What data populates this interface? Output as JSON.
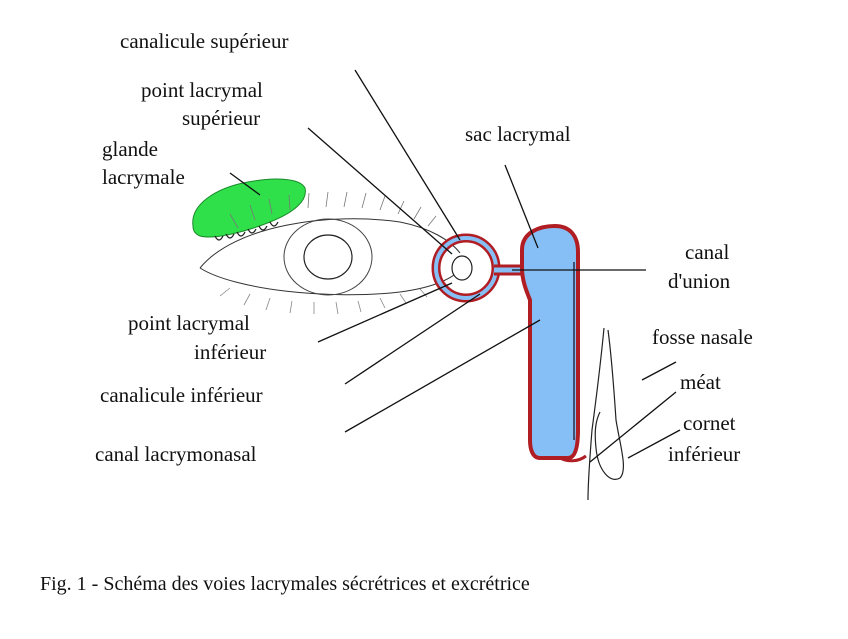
{
  "labels": {
    "canalicule_superieur": "canalicule supérieur",
    "point_sup_line1": "point lacrymal",
    "point_sup_line2": "supérieur",
    "glande_line1": "glande",
    "glande_line2": "lacrymale",
    "sac": "sac lacrymal",
    "canal_union_line1": "canal",
    "canal_union_line2": "d'union",
    "point_inf_line1": "point lacrymal",
    "point_inf_line2": "inférieur",
    "canalicule_inferieur": "canalicule inférieur",
    "canal_lacrymonasal": "canal lacrymonasal",
    "fosse_nasale": "fosse nasale",
    "meat": "méat",
    "cornet_line1": "cornet",
    "cornet_line2": "inférieur"
  },
  "caption": "Fig. 1 - Schéma des voies lacrymales sécrétrices et excrétrice",
  "colors": {
    "gland": "#2fe04a",
    "duct_fill": "#86bff5",
    "duct_outline": "#b01e24",
    "ink": "#111111"
  }
}
